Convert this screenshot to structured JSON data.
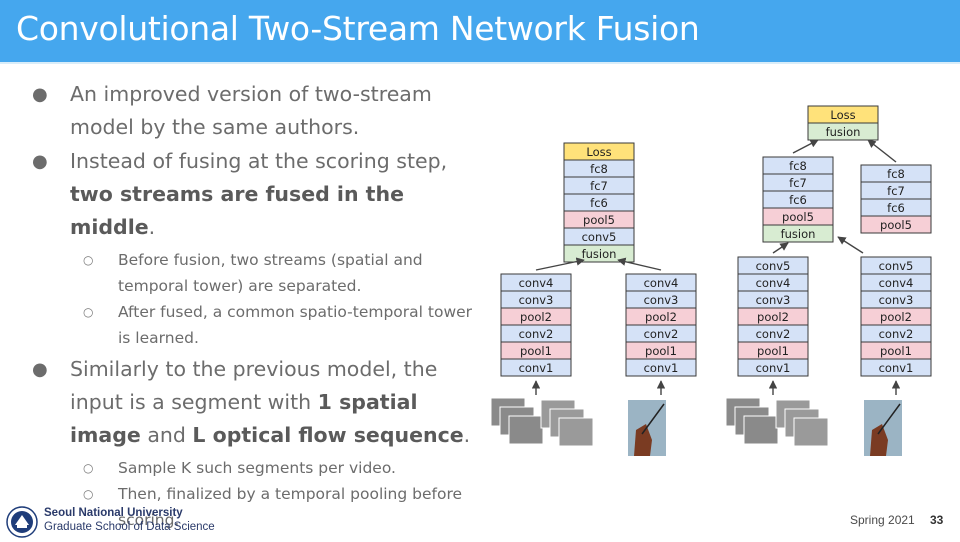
{
  "slide": {
    "title": "Convolutional Two-Stream Network Fusion",
    "bullets": [
      {
        "text_parts": [
          "An improved version of two-stream model by the same authors."
        ]
      },
      {
        "text_plain": "Instead of fusing at the scoring step, ",
        "text_bold": "two streams are fused in the middle",
        "text_end": ".",
        "sub": [
          "Before fusion, two streams (spatial and temporal tower) are separated.",
          "After fused, a common spatio-temporal tower is learned."
        ]
      },
      {
        "t1": "Similarly to the previous model, the input is a segment with ",
        "b1": "1 spatial image",
        "t2": " and ",
        "b2": "L optical flow sequence",
        "t3": ".",
        "sub": [
          "Sample K such segments per video.",
          "Then, finalized by a temporal pooling before scoring."
        ]
      }
    ]
  },
  "diagram": {
    "left": {
      "top_stack": [
        "Loss",
        "fc8",
        "fc7",
        "fc6",
        "pool5",
        "conv5",
        "fusion"
      ],
      "stream_a": [
        "conv4",
        "conv3",
        "pool2",
        "conv2",
        "pool1",
        "conv1"
      ],
      "stream_b": [
        "conv4",
        "conv3",
        "pool2",
        "conv2",
        "pool1",
        "conv1"
      ]
    },
    "right": {
      "top_stack": [
        "Loss",
        "fusion"
      ],
      "mid_stack": [
        "fc8",
        "fc7",
        "fc6",
        "pool5",
        "fusion"
      ],
      "side_stack": [
        "fc8",
        "fc7",
        "fc6",
        "pool5"
      ],
      "stream_a": [
        "conv5",
        "conv4",
        "conv3",
        "pool2",
        "conv2",
        "pool1",
        "conv1"
      ],
      "stream_b": [
        "conv5",
        "conv4",
        "conv3",
        "pool2",
        "conv2",
        "pool1",
        "conv1"
      ]
    },
    "colors": {
      "loss": "#ffe27a",
      "fusion": "#d8ecd2",
      "pool": "#f6cfd6",
      "layer": "#d5e2f7",
      "border": "#3a3a3a"
    }
  },
  "footer": {
    "university": "Seoul National University",
    "school": "Graduate School of Data Science",
    "term": "Spring 2021",
    "page": "33"
  }
}
